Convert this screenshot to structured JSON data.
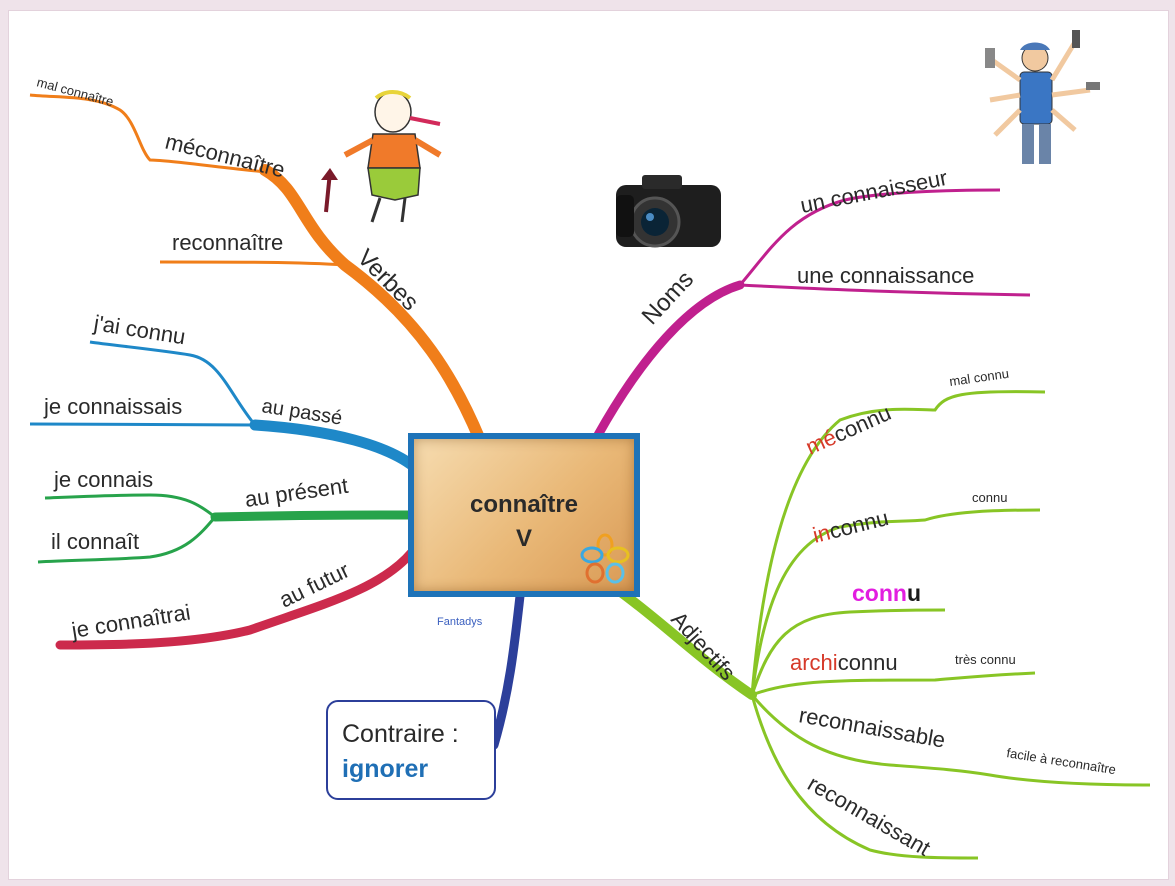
{
  "center": {
    "title": "connaître",
    "subtitle": "V"
  },
  "credit": "Fantadys",
  "colors": {
    "verbes": "#f07e1a",
    "noms": "#c0208e",
    "adjectifs": "#88c525",
    "passe": "#1e88c8",
    "present": "#27a34b",
    "futur": "#cc2a4c",
    "contraire": "#2c3f9a",
    "prefix": "#d63a2a",
    "connu_highlight": "#e21ee0"
  },
  "branches": {
    "verbes": {
      "label": "Verbes",
      "items": [
        "méconnaître",
        "reconnaître"
      ],
      "sub": "mal connaître"
    },
    "noms": {
      "label": "Noms",
      "items": [
        "un connaisseur",
        "une connaissance"
      ]
    },
    "passe": {
      "label": "au passé",
      "items": [
        "j'ai connu",
        "je connaissais"
      ]
    },
    "present": {
      "label": "au présent",
      "items": [
        "je connais",
        "il connaît"
      ]
    },
    "futur": {
      "label": "au futur",
      "item": "je connaîtrai"
    },
    "adjectifs": {
      "label": "Adjectifs",
      "meconnu": {
        "prefix": "mé",
        "root": "connu",
        "note": "mal connu"
      },
      "inconnu": {
        "prefix": "in",
        "root": "connu",
        "note": "connu"
      },
      "connu": {
        "highlight": "conn",
        "rest": "u"
      },
      "archiconnu": {
        "prefix": "archi",
        "root": "connu",
        "note": "très connu"
      },
      "reconnaissable": {
        "word": "reconnaissable",
        "note": "facile à reconnaître"
      },
      "reconnaissant": {
        "word": "reconnaissant"
      }
    }
  },
  "contraire": {
    "label": "Contraire :",
    "value": "ignorer"
  },
  "images": [
    "dancer-figure",
    "camera",
    "handyman-figure"
  ]
}
